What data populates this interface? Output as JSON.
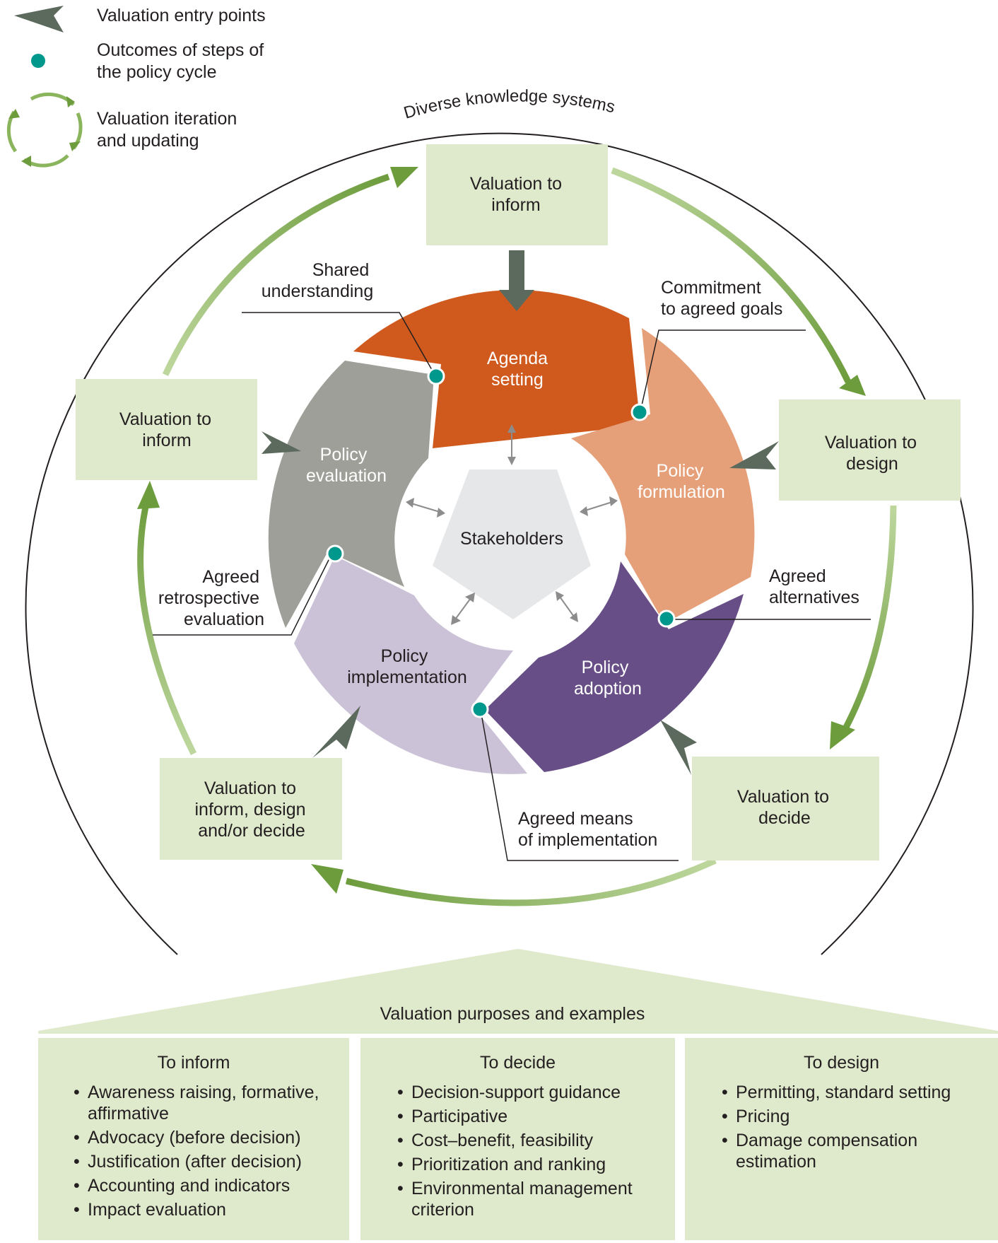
{
  "legend": {
    "entry_points": "Valuation entry points",
    "outcomes_line1": "Outcomes of steps of",
    "outcomes_line2": "the policy cycle",
    "iteration_line1": "Valuation iteration",
    "iteration_line2": "and updating"
  },
  "outer_ring_label": "Diverse knowledge systems",
  "boxes": {
    "top": [
      "Valuation to",
      "inform"
    ],
    "left": [
      "Valuation to",
      "inform"
    ],
    "right": [
      "Valuation to",
      "design"
    ],
    "bottom_right": [
      "Valuation to",
      "decide"
    ],
    "bottom_left": [
      "Valuation to",
      "inform, design",
      "and/or decide"
    ]
  },
  "segments": {
    "agenda": [
      "Agenda",
      "setting"
    ],
    "formulation": [
      "Policy",
      "formulation"
    ],
    "adoption": [
      "Policy",
      "adoption"
    ],
    "implementation": [
      "Policy",
      "implementation"
    ],
    "evaluation": [
      "Policy",
      "evaluation"
    ]
  },
  "center": "Stakeholders",
  "outcomes": {
    "shared": [
      "Shared",
      "understanding"
    ],
    "commitment": [
      "Commitment",
      "to agreed goals"
    ],
    "alternatives": [
      "Agreed",
      "alternatives"
    ],
    "means": [
      "Agreed means",
      "of implementation"
    ],
    "retrospective": [
      "Agreed",
      "retrospective",
      "evaluation"
    ]
  },
  "purposes_title": "Valuation purposes and examples",
  "panels": [
    {
      "title": "To inform",
      "items": [
        "Awareness raising, formative, affirmative",
        "Advocacy (before decision)",
        "Justification (after decision)",
        "Accounting and indicators",
        "Impact evaluation"
      ]
    },
    {
      "title": "To decide",
      "items": [
        "Decision-support guidance",
        "Participative",
        "Cost–benefit, feasibility",
        "Prioritization and ranking",
        "Environmental management criterion"
      ]
    },
    {
      "title": "To design",
      "items": [
        "Permitting, standard setting",
        "Pricing",
        "Damage compensation estimation"
      ]
    }
  ],
  "colors": {
    "box_fill": "#dfe9cc",
    "agenda": "#d05a1e",
    "formulation": "#e6a079",
    "adoption": "#674e86",
    "implementation": "#ccc2d8",
    "evaluation": "#9e9f98",
    "stakeholders": "#e6e7e9",
    "entry_arrow": "#5b6a5c",
    "outcome_dot": "#00988d",
    "cycle_arrow_dark": "#6d9c3d",
    "cycle_arrow_light": "#bed79e"
  }
}
